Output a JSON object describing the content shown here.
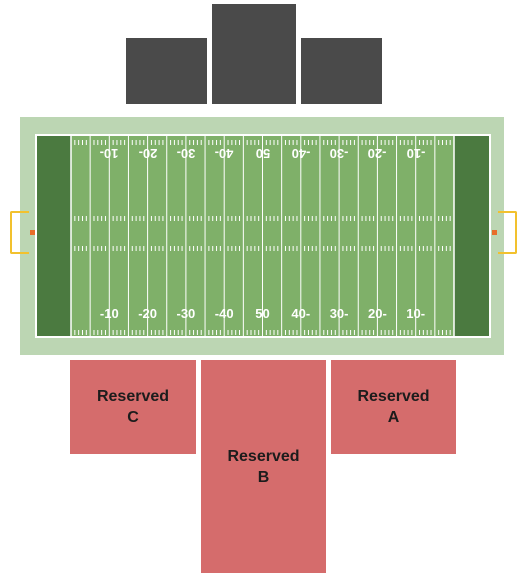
{
  "sections": {
    "upper_left": {
      "label_lines": []
    },
    "upper_center": {
      "label_lines": []
    },
    "upper_right": {
      "label_lines": []
    },
    "reserved_c": {
      "label_lines": [
        "Reserved",
        "C"
      ]
    },
    "reserved_b": {
      "label_lines": [
        "Reserved",
        "B"
      ]
    },
    "reserved_a": {
      "label_lines": [
        "Reserved",
        "A"
      ]
    }
  },
  "field": {
    "bottom_numbers": [
      "-10",
      "-20",
      "-30",
      "-40",
      "50",
      "40-",
      "30-",
      "20-",
      "10-"
    ],
    "top_numbers": [
      "10-",
      "20-",
      "30-",
      "40-",
      "50",
      "-40",
      "-30",
      "-20",
      "-10"
    ]
  },
  "colors": {
    "section": "#d56c6c",
    "upper_section": "#4a4a4a",
    "field": "#7fb069",
    "endzone": "#4b7a40",
    "surround": "#bcd6b3",
    "goal_post": "#f2c12e"
  }
}
